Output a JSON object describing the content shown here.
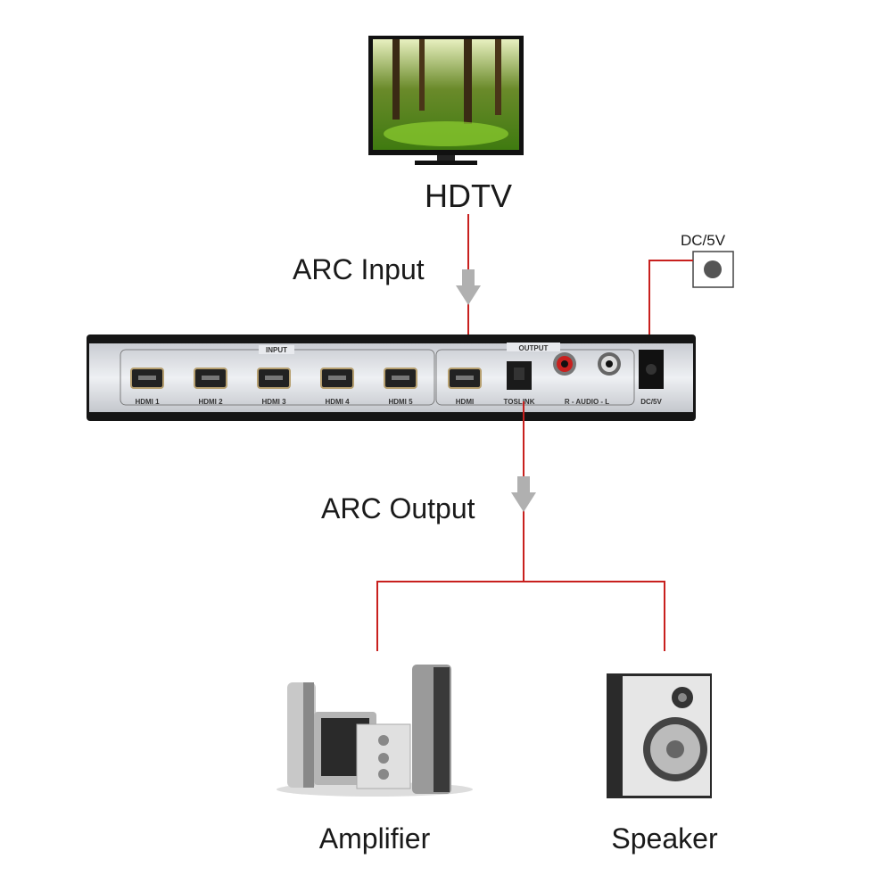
{
  "labels": {
    "hdtv": "HDTV",
    "arc_input": "ARC Input",
    "arc_output": "ARC Output",
    "dc": "DC/5V",
    "amplifier": "Amplifier",
    "speaker": "Speaker"
  },
  "panel": {
    "input_group": "INPUT",
    "output_group": "OUTPUT",
    "ports": [
      "HDMI 1",
      "HDMI 2",
      "HDMI 3",
      "HDMI 4",
      "HDMI 5",
      "HDMI",
      "TOSLINK",
      "R - AUDIO - L",
      "DC/5V"
    ]
  },
  "colors": {
    "wire": "#c8201e",
    "arrow": "#b0b0b0",
    "panel": "#d8dade",
    "frame": "#151515"
  }
}
